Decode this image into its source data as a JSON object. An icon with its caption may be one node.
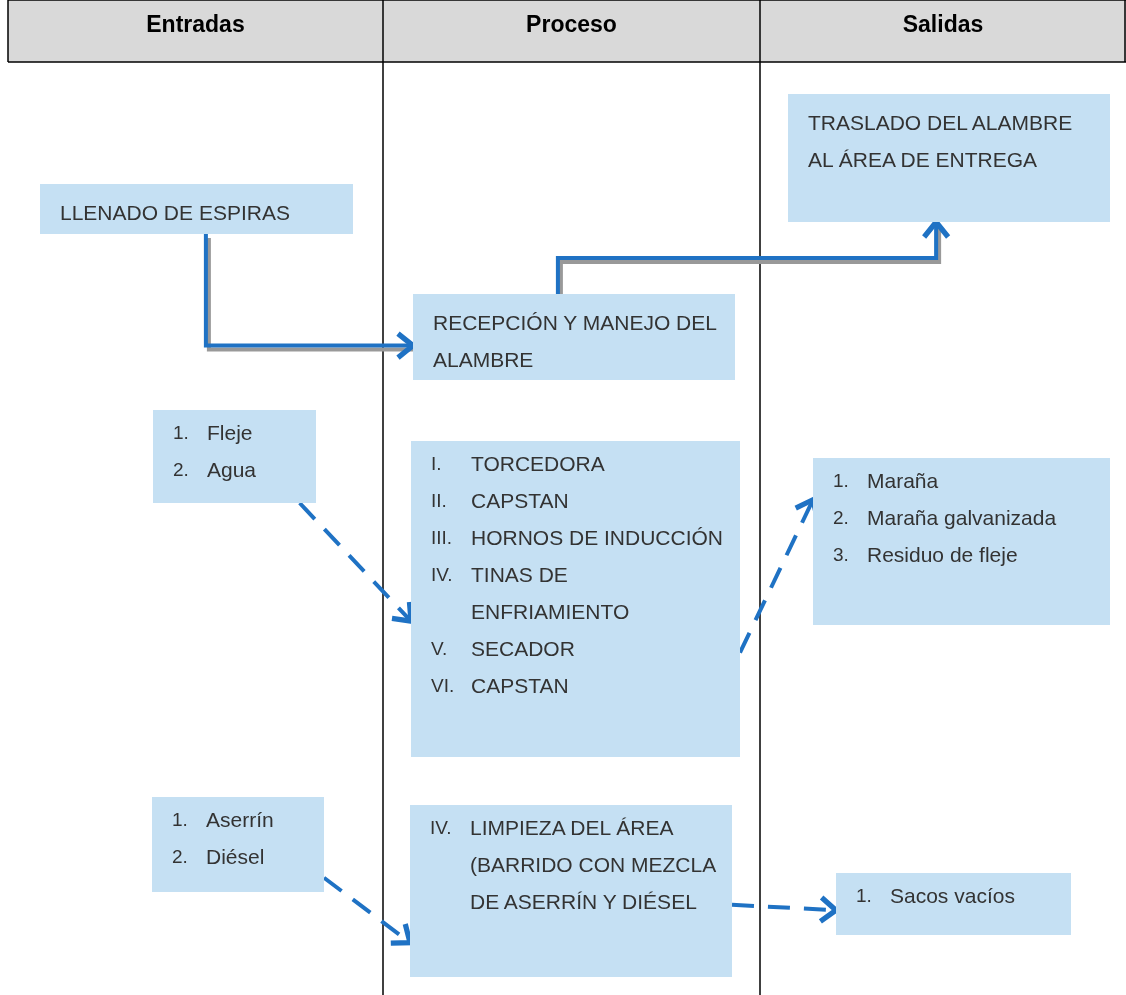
{
  "diagram": {
    "nodes": [
      {
        "text": [
          "LLENADO DE ESPIRAS"
        ]
      },
      {
        "text": [
          "RECEPCIÓN Y MANEJO DEL ALAMBRE"
        ]
      },
      {
        "text": [
          "TRASLADO DEL ALAMBRE AL ÁREA DE ENTREGA"
        ]
      },
      {
        "text": [
          "1.",
          "Fleje",
          "2.",
          "Agua"
        ]
      },
      {
        "text": [
          "I.",
          "TORCEDORA",
          "II.",
          "CAPSTAN",
          "III.",
          "HORNOS DE INDUCCIÓN",
          "IV.",
          "TINAS DE ENFRIAMIENTO",
          "V.",
          "SECADOR",
          "VI.",
          "CAPSTAN"
        ]
      },
      {
        "text": [
          "1.",
          "Maraña",
          "2.",
          "Maraña galvanizada",
          "3.",
          "Residuo de fleje"
        ]
      },
      {
        "text": [
          "1.",
          "Aserrín",
          "2.",
          "Diésel"
        ]
      },
      {
        "text": [
          "IV.",
          "LIMPIEZA DEL ÁREA (BARRIDO CON MEZCLA DE ASERRÍN Y DIÉSEL"
        ]
      },
      {
        "text": [
          "1.",
          "Sacos vacíos"
        ]
      }
    ],
    "edges": [
      {
        "from": 0,
        "to": 1,
        "arrow": "to"
      },
      {
        "from": 1,
        "to": 2,
        "arrow": "to"
      },
      {
        "from": 3,
        "to": 4,
        "arrow": "to",
        "style": "dashed"
      },
      {
        "from": 4,
        "to": 5,
        "arrow": "to",
        "style": "dashed"
      },
      {
        "from": 6,
        "to": 7,
        "arrow": "to",
        "style": "dashed"
      },
      {
        "from": 7,
        "to": 8,
        "arrow": "to",
        "style": "dashed"
      }
    ],
    "labels": [
      "Entradas",
      "Proceso",
      "Salidas"
    ]
  }
}
